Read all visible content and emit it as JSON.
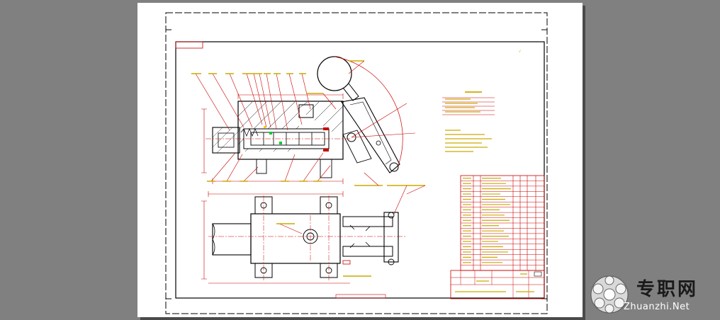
{
  "drawing": {
    "title": "手动换向阀装配图",
    "background_color": "#ffffff",
    "canvas_color": "#808080",
    "line_colors": {
      "outline": "#000000",
      "frame": "#0000cc",
      "dimension": "#cc0000",
      "leader": "#cc0000",
      "text": "#ccaa00",
      "center": "#cc0000",
      "title_block": "#cc0000"
    },
    "views": [
      "front-section-view",
      "top-view"
    ],
    "part_balloon_count": 14,
    "title_block_row_count": 18
  },
  "watermark": {
    "chinese_text": "专职网",
    "english_text": "Zhuanzhi.Net"
  }
}
